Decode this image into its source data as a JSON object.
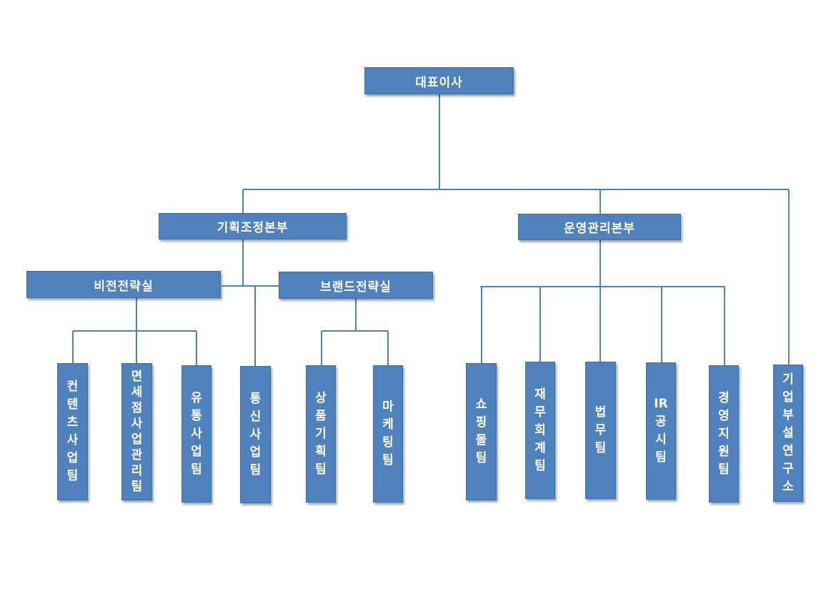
{
  "nodes": {
    "ceo": "대표이사",
    "planning": "기획조정본부",
    "operations": "운영관리본부",
    "vision": "비전전략실",
    "brand": "브랜드전략실",
    "contents": "컨텐츠사업팀",
    "dutyfree": "면세점사업관리팀",
    "distribution": "유통사업팀",
    "telecom": "통신사업팀",
    "product": "상품기획팀",
    "marketing": "마케팅팀",
    "shoppingmall": "쇼핑몰팀",
    "accounting": "재무회계팀",
    "legal": "법무팀",
    "ir": "IR공시팀",
    "management": "경영지원팀",
    "lab": "기업부설연구소"
  },
  "colors": {
    "box_fill": "#4f81bd",
    "connector": "#4f81bd",
    "text": "#ffffff"
  }
}
